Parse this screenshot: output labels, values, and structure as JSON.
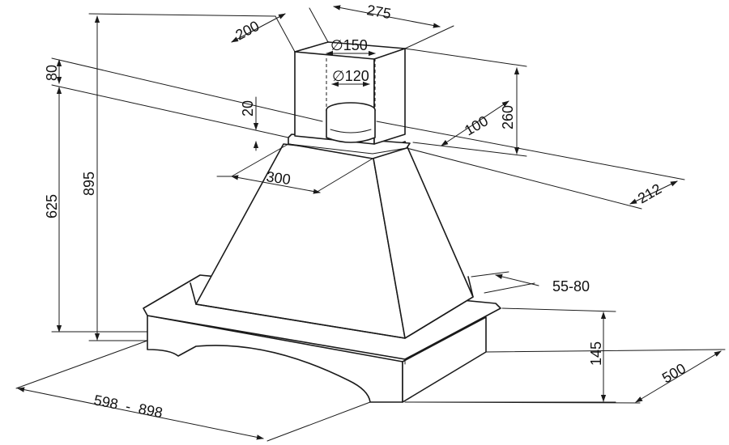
{
  "dimensions": {
    "chimney_width": "200",
    "chimney_depth": "275",
    "outlet_outer": "150",
    "outlet_inner": "120",
    "dim_80": "80",
    "dim_20": "20",
    "dim_260": "260",
    "dim_100": "100",
    "dim_300": "300",
    "dim_212": "212",
    "dim_895": "895",
    "dim_625": "625",
    "dim_55_80": "55-80",
    "dim_145": "145",
    "dim_500": "500",
    "dim_598_898": "598  -  898"
  },
  "symbols": {
    "diameter": "∅"
  }
}
